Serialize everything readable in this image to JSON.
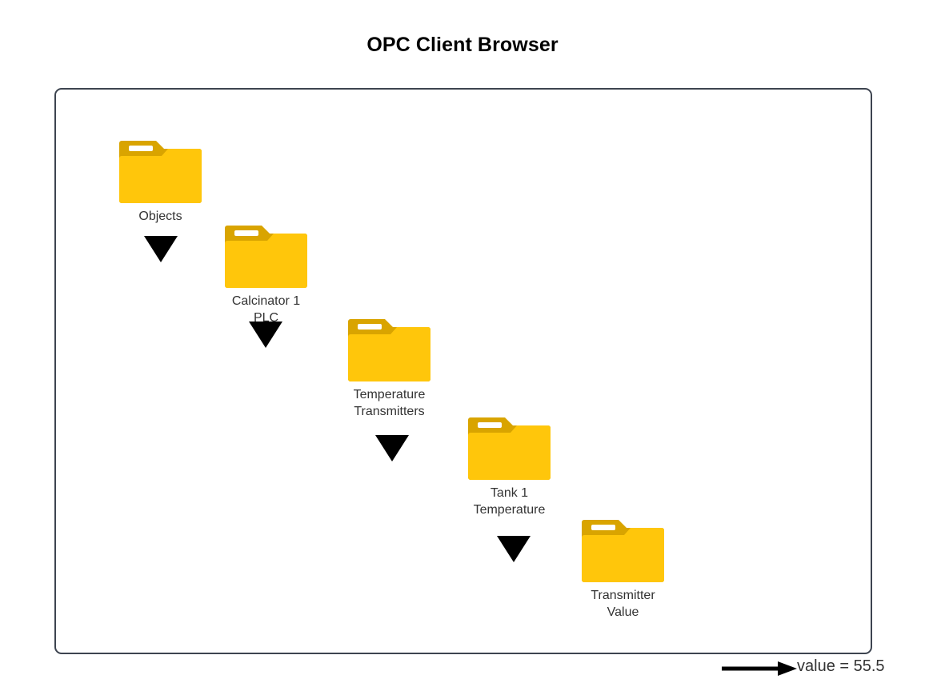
{
  "title": "OPC Client Browser",
  "colors": {
    "folder_body": "#FFC60B",
    "folder_tab": "#D9A400",
    "folder_stripe": "#FFFFFF",
    "frame_border": "#3D4450",
    "label_text": "#333333",
    "arrow": "#000000",
    "background": "#FFFFFF"
  },
  "tree": {
    "nodes": [
      {
        "id": "objects",
        "label": "Objects",
        "icon": "folder-icon"
      },
      {
        "id": "plc",
        "label": "Calcinator 1 PLC",
        "icon": "folder-icon"
      },
      {
        "id": "transmitters",
        "label": "Temperature\nTransmitters",
        "icon": "folder-icon"
      },
      {
        "id": "tank1",
        "label": "Tank 1\nTemperature",
        "icon": "folder-icon"
      },
      {
        "id": "value",
        "label": "Transmitter Value",
        "icon": "folder-icon"
      }
    ],
    "connectors": [
      {
        "id": "arrow-1",
        "icon": "arrow-down-icon",
        "from": "objects",
        "to": "plc"
      },
      {
        "id": "arrow-2",
        "icon": "arrow-down-icon",
        "from": "plc",
        "to": "transmitters"
      },
      {
        "id": "arrow-3",
        "icon": "arrow-down-icon",
        "from": "transmitters",
        "to": "tank1"
      },
      {
        "id": "arrow-4",
        "icon": "arrow-down-icon",
        "from": "tank1",
        "to": "value"
      }
    ]
  },
  "value_readout": {
    "icon": "arrow-right-icon",
    "text": "value = 55.5"
  }
}
